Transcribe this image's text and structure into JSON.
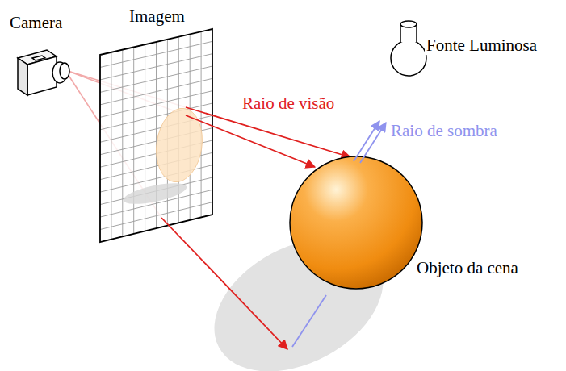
{
  "diagram": {
    "labels": [
      "Camera",
      "Imagem",
      "Fonte Luminosa",
      "Raio de visão",
      "Raio de sombra",
      "Objeto da cena"
    ]
  }
}
